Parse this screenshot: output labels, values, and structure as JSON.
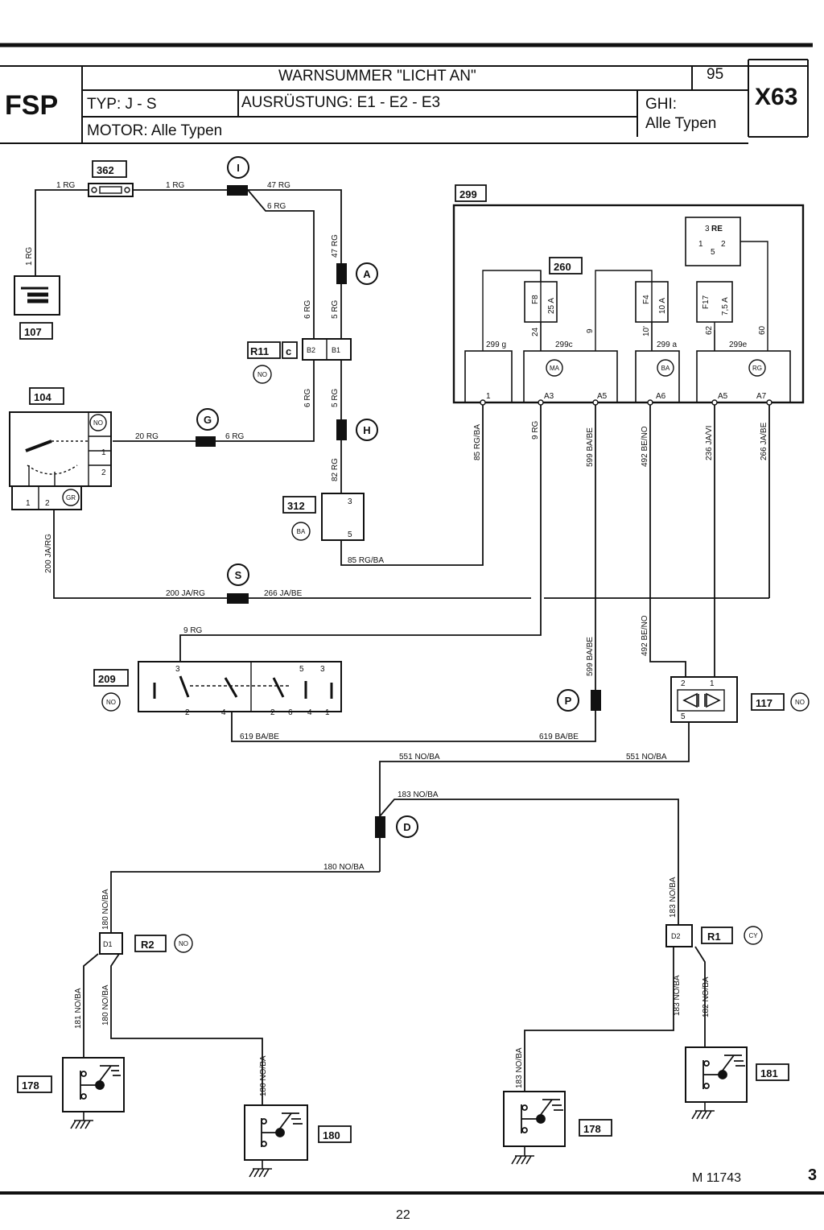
{
  "header": {
    "fsp": "FSP",
    "title": "WARNSUMMER \"LICHT AN\"",
    "page_code": "95",
    "sheet_id": "X63",
    "typ": "TYP: J - S",
    "ausruestung": "AUSRÜSTUNG: E1 - E2 - E3",
    "ghi_label": "GHI:",
    "ghi_value": "Alle Typen",
    "motor": "MOTOR: Alle Typen"
  },
  "components": {
    "c362": "362",
    "c299": "299",
    "c260": "260",
    "c107": "107",
    "c104": "104",
    "c312": "312",
    "c209": "209",
    "c117": "117",
    "c178a": "178",
    "c180": "180",
    "c178b": "178",
    "c181": "181",
    "r11": "R11",
    "r11c": "c",
    "r2": "R2",
    "r1": "R1"
  },
  "connectors": {
    "I": "I",
    "A": "A",
    "G": "G",
    "H": "H",
    "S": "S",
    "P": "P",
    "D": "D"
  },
  "color_codes": {
    "no": "NO",
    "ba": "BA",
    "gr": "GR",
    "ma": "MA",
    "rg": "RG",
    "cy": "CY",
    "re": "RE"
  },
  "wires": {
    "w1rg_a": "1 RG",
    "w1rg_b": "1 RG",
    "w1rg_v": "1 RG",
    "w47rg_h": "47 RG",
    "w47rg_v": "47 RG",
    "w6rg_h": "6 RG",
    "w6rg_v1": "6 RG",
    "w5rg_v1": "5 RG",
    "w6rg_v2": "6 RG",
    "w5rg_v2": "5 RG",
    "w20rg": "20 RG",
    "w6rg_g": "6 RG",
    "w82rg": "82 RG",
    "w85rgba_h": "85 RG/BA",
    "w85rgba_v": "85 RG/BA",
    "w9rg_v": "9 RG",
    "w599_v1": "599 BA/BE",
    "w492_v1": "492 BE/NO",
    "w236": "236 JA/VI",
    "w266_v": "266 JA/BE",
    "w200_v": "200 JA/RG",
    "w200_h": "200 JA/RG",
    "w266_h": "266 JA/BE",
    "w9rg_h": "9 RG",
    "w599_v2": "599 BA/BE",
    "w492_v2": "492 BE/NO",
    "w619_a": "619 BA/BE",
    "w619_b": "619 BA/BE",
    "w551_a": "551 NO/BA",
    "w551_b": "551 NO/BA",
    "w183_h": "183 NO/BA",
    "w180_h": "180 NO/BA",
    "w180_v1": "180 NO/BA",
    "w183_v1": "183 NO/BA",
    "w181": "181 NO/BA",
    "w180_v2": "180 NO/BA",
    "w183_v2": "183 NO/BA",
    "w182": "182 NO/BA",
    "w180_v3": "180 NO/BA",
    "w183_v3": "183 NO/BA"
  },
  "box299": {
    "t299g": "299 g",
    "t299c": "299c",
    "t299a": "299 a",
    "t299e": "299e",
    "p1": "1",
    "pA3": "A3",
    "pA5a": "A5",
    "pA6": "A6",
    "pA5b": "A5",
    "pA7": "A7",
    "n24": "24",
    "n9": "9",
    "n10": "10'",
    "n62": "62",
    "n60": "60",
    "fuse_f8": "F8",
    "fuse_f8_val": "25 A",
    "fuse_f4": "F4",
    "fuse_f4_val": "10 A",
    "fuse_f17": "F17",
    "fuse_f17_val": "7,5 A",
    "relay_3": "3",
    "relay_1": "1",
    "relay_2": "2",
    "relay_5": "5"
  },
  "pins": {
    "b2": "B2",
    "b1": "B1",
    "p104_1": "1",
    "p104_2": "2",
    "p104_b1": "1",
    "p104_b2": "2",
    "p312_3": "3",
    "p312_5": "5",
    "p117_2": "2",
    "p117_1": "1",
    "p117_5": "5",
    "d1": "D1",
    "d2": "D2",
    "s209": [
      "3",
      "2",
      "4",
      "5",
      "3",
      "2",
      "6",
      "4",
      "1"
    ]
  },
  "footer": {
    "code": "M 11743",
    "side": "3",
    "page": "22"
  }
}
